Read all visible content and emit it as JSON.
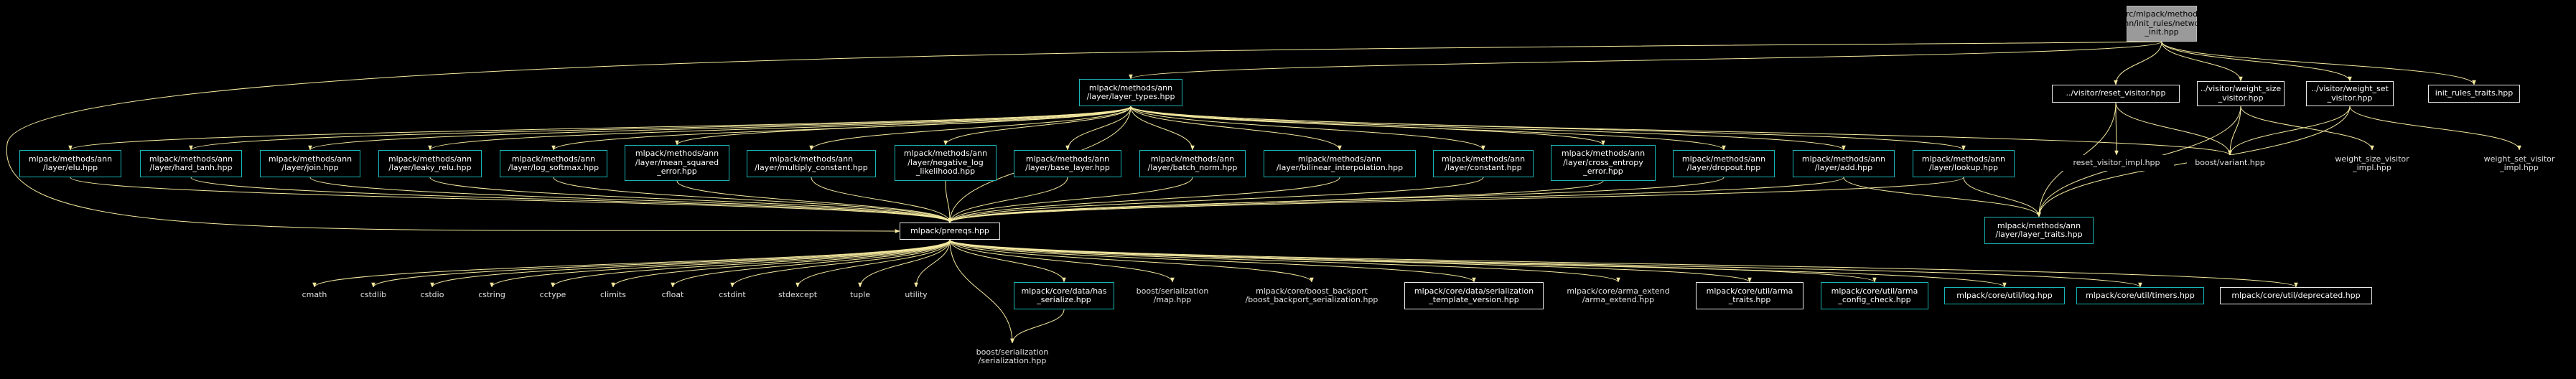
{
  "diagram": {
    "title": "src/mlpack/methods/ann/init_rules/network_init.hpp include dependency graph",
    "nodes": [
      {
        "id": "root",
        "label": "src/mlpack/methods\n/ann/init_rules/network\n_init.hpp",
        "style": "root"
      },
      {
        "id": "types",
        "label": "mlpack/methods/ann\n/layer/layer_types.hpp",
        "style": "teal"
      },
      {
        "id": "reset",
        "label": "../visitor/reset_visitor.hpp",
        "style": "white"
      },
      {
        "id": "wsize",
        "label": "../visitor/weight_size\n_visitor.hpp",
        "style": "white"
      },
      {
        "id": "wset",
        "label": "../visitor/weight_set\n_visitor.hpp",
        "style": "white"
      },
      {
        "id": "initrt",
        "label": "init_rules_traits.hpp",
        "style": "white"
      },
      {
        "id": "elu",
        "label": "mlpack/methods/ann\n/layer/elu.hpp",
        "style": "teal"
      },
      {
        "id": "hardtanh",
        "label": "mlpack/methods/ann\n/layer/hard_tanh.hpp",
        "style": "teal"
      },
      {
        "id": "join",
        "label": "mlpack/methods/ann\n/layer/join.hpp",
        "style": "teal"
      },
      {
        "id": "leaky",
        "label": "mlpack/methods/ann\n/layer/leaky_relu.hpp",
        "style": "teal"
      },
      {
        "id": "logsoft",
        "label": "mlpack/methods/ann\n/layer/log_softmax.hpp",
        "style": "teal"
      },
      {
        "id": "mse",
        "label": "mlpack/methods/ann\n/layer/mean_squared\n_error.hpp",
        "style": "teal"
      },
      {
        "id": "mulconst",
        "label": "mlpack/methods/ann\n/layer/multiply_constant.hpp",
        "style": "teal"
      },
      {
        "id": "nll",
        "label": "mlpack/methods/ann\n/layer/negative_log\n_likelihood.hpp",
        "style": "teal"
      },
      {
        "id": "base",
        "label": "mlpack/methods/ann\n/layer/base_layer.hpp",
        "style": "teal"
      },
      {
        "id": "bnorm",
        "label": "mlpack/methods/ann\n/layer/batch_norm.hpp",
        "style": "teal"
      },
      {
        "id": "bilin",
        "label": "mlpack/methods/ann\n/layer/bilinear_interpolation.hpp",
        "style": "teal"
      },
      {
        "id": "constant",
        "label": "mlpack/methods/ann\n/layer/constant.hpp",
        "style": "teal"
      },
      {
        "id": "xent",
        "label": "mlpack/methods/ann\n/layer/cross_entropy\n_error.hpp",
        "style": "teal"
      },
      {
        "id": "dropout",
        "label": "mlpack/methods/ann\n/layer/dropout.hpp",
        "style": "teal"
      },
      {
        "id": "add",
        "label": "mlpack/methods/ann\n/layer/add.hpp",
        "style": "teal"
      },
      {
        "id": "lookup",
        "label": "mlpack/methods/ann\n/layer/lookup.hpp",
        "style": "teal"
      },
      {
        "id": "resetimpl",
        "label": "reset_visitor_impl.hpp",
        "style": "none"
      },
      {
        "id": "variant",
        "label": "boost/variant.hpp",
        "style": "none"
      },
      {
        "id": "wsizeimpl",
        "label": "weight_size_visitor\n_impl.hpp",
        "style": "none"
      },
      {
        "id": "wsetimpl",
        "label": "weight_set_visitor\n_impl.hpp",
        "style": "none"
      },
      {
        "id": "prereqs",
        "label": "mlpack/prereqs.hpp",
        "style": "white"
      },
      {
        "id": "ltraits",
        "label": "mlpack/methods/ann\n/layer/layer_traits.hpp",
        "style": "teal"
      },
      {
        "id": "cmath",
        "label": "cmath",
        "style": "none"
      },
      {
        "id": "cstdlib",
        "label": "cstdlib",
        "style": "none"
      },
      {
        "id": "cstdio",
        "label": "cstdio",
        "style": "none"
      },
      {
        "id": "cstring",
        "label": "cstring",
        "style": "none"
      },
      {
        "id": "cctype",
        "label": "cctype",
        "style": "none"
      },
      {
        "id": "climits",
        "label": "climits",
        "style": "none"
      },
      {
        "id": "cfloat",
        "label": "cfloat",
        "style": "none"
      },
      {
        "id": "cstdint",
        "label": "cstdint",
        "style": "none"
      },
      {
        "id": "stdexcept",
        "label": "stdexcept",
        "style": "none"
      },
      {
        "id": "tuple",
        "label": "tuple",
        "style": "none"
      },
      {
        "id": "utility",
        "label": "utility",
        "style": "none"
      },
      {
        "id": "hasser",
        "label": "mlpack/core/data/has\n_serialize.hpp",
        "style": "teal"
      },
      {
        "id": "mapser",
        "label": "boost/serialization\n/map.hpp",
        "style": "none"
      },
      {
        "id": "backport",
        "label": "mlpack/core/boost_backport\n/boost_backport_serialization.hpp",
        "style": "none"
      },
      {
        "id": "server",
        "label": "mlpack/core/data/serialization\n_template_version.hpp",
        "style": "white"
      },
      {
        "id": "armaext",
        "label": "mlpack/core/arma_extend\n/arma_extend.hpp",
        "style": "none"
      },
      {
        "id": "armatr",
        "label": "mlpack/core/util/arma\n_traits.hpp",
        "style": "white"
      },
      {
        "id": "armacfg",
        "label": "mlpack/core/util/arma\n_config_check.hpp",
        "style": "teal"
      },
      {
        "id": "log",
        "label": "mlpack/core/util/log.hpp",
        "style": "teal"
      },
      {
        "id": "timers",
        "label": "mlpack/core/util/timers.hpp",
        "style": "teal"
      },
      {
        "id": "deprec",
        "label": "mlpack/core/util/deprecated.hpp",
        "style": "white"
      },
      {
        "id": "serhpp",
        "label": "boost/serialization\n/serialization.hpp",
        "style": "none"
      }
    ],
    "edges": [
      [
        "root",
        "types"
      ],
      [
        "root",
        "reset"
      ],
      [
        "root",
        "wsize"
      ],
      [
        "root",
        "wset"
      ],
      [
        "root",
        "initrt"
      ],
      [
        "root",
        "prereqs"
      ],
      [
        "types",
        "elu"
      ],
      [
        "types",
        "hardtanh"
      ],
      [
        "types",
        "join"
      ],
      [
        "types",
        "leaky"
      ],
      [
        "types",
        "logsoft"
      ],
      [
        "types",
        "mse"
      ],
      [
        "types",
        "mulconst"
      ],
      [
        "types",
        "nll"
      ],
      [
        "types",
        "base"
      ],
      [
        "types",
        "bnorm"
      ],
      [
        "types",
        "bilin"
      ],
      [
        "types",
        "constant"
      ],
      [
        "types",
        "xent"
      ],
      [
        "types",
        "dropout"
      ],
      [
        "types",
        "add"
      ],
      [
        "types",
        "lookup"
      ],
      [
        "types",
        "variant"
      ],
      [
        "types",
        "prereqs"
      ],
      [
        "reset",
        "resetimpl"
      ],
      [
        "reset",
        "variant"
      ],
      [
        "reset",
        "ltraits"
      ],
      [
        "wsize",
        "variant"
      ],
      [
        "wsize",
        "wsizeimpl"
      ],
      [
        "wsize",
        "ltraits"
      ],
      [
        "wset",
        "variant"
      ],
      [
        "wset",
        "wsetimpl"
      ],
      [
        "wset",
        "ltraits"
      ],
      [
        "elu",
        "prereqs"
      ],
      [
        "hardtanh",
        "prereqs"
      ],
      [
        "join",
        "prereqs"
      ],
      [
        "leaky",
        "prereqs"
      ],
      [
        "logsoft",
        "prereqs"
      ],
      [
        "mse",
        "prereqs"
      ],
      [
        "mulconst",
        "prereqs"
      ],
      [
        "nll",
        "prereqs"
      ],
      [
        "base",
        "prereqs"
      ],
      [
        "bnorm",
        "prereqs"
      ],
      [
        "bilin",
        "prereqs"
      ],
      [
        "constant",
        "prereqs"
      ],
      [
        "xent",
        "prereqs"
      ],
      [
        "dropout",
        "prereqs"
      ],
      [
        "add",
        "prereqs"
      ],
      [
        "add",
        "ltraits"
      ],
      [
        "lookup",
        "prereqs"
      ],
      [
        "lookup",
        "ltraits"
      ],
      [
        "prereqs",
        "cmath"
      ],
      [
        "prereqs",
        "cstdlib"
      ],
      [
        "prereqs",
        "cstdio"
      ],
      [
        "prereqs",
        "cstring"
      ],
      [
        "prereqs",
        "cctype"
      ],
      [
        "prereqs",
        "climits"
      ],
      [
        "prereqs",
        "cfloat"
      ],
      [
        "prereqs",
        "cstdint"
      ],
      [
        "prereqs",
        "stdexcept"
      ],
      [
        "prereqs",
        "tuple"
      ],
      [
        "prereqs",
        "utility"
      ],
      [
        "prereqs",
        "hasser"
      ],
      [
        "prereqs",
        "mapser"
      ],
      [
        "prereqs",
        "backport"
      ],
      [
        "prereqs",
        "server"
      ],
      [
        "prereqs",
        "armaext"
      ],
      [
        "prereqs",
        "armatr"
      ],
      [
        "prereqs",
        "armacfg"
      ],
      [
        "prereqs",
        "log"
      ],
      [
        "prereqs",
        "timers"
      ],
      [
        "prereqs",
        "deprec"
      ],
      [
        "prereqs",
        "serhpp"
      ],
      [
        "hasser",
        "serhpp"
      ]
    ]
  },
  "colors": {
    "edge": "#f5e9a0",
    "teal_border": "#18b5b5",
    "root_fill": "#9a9a9a",
    "background": "#000000"
  }
}
